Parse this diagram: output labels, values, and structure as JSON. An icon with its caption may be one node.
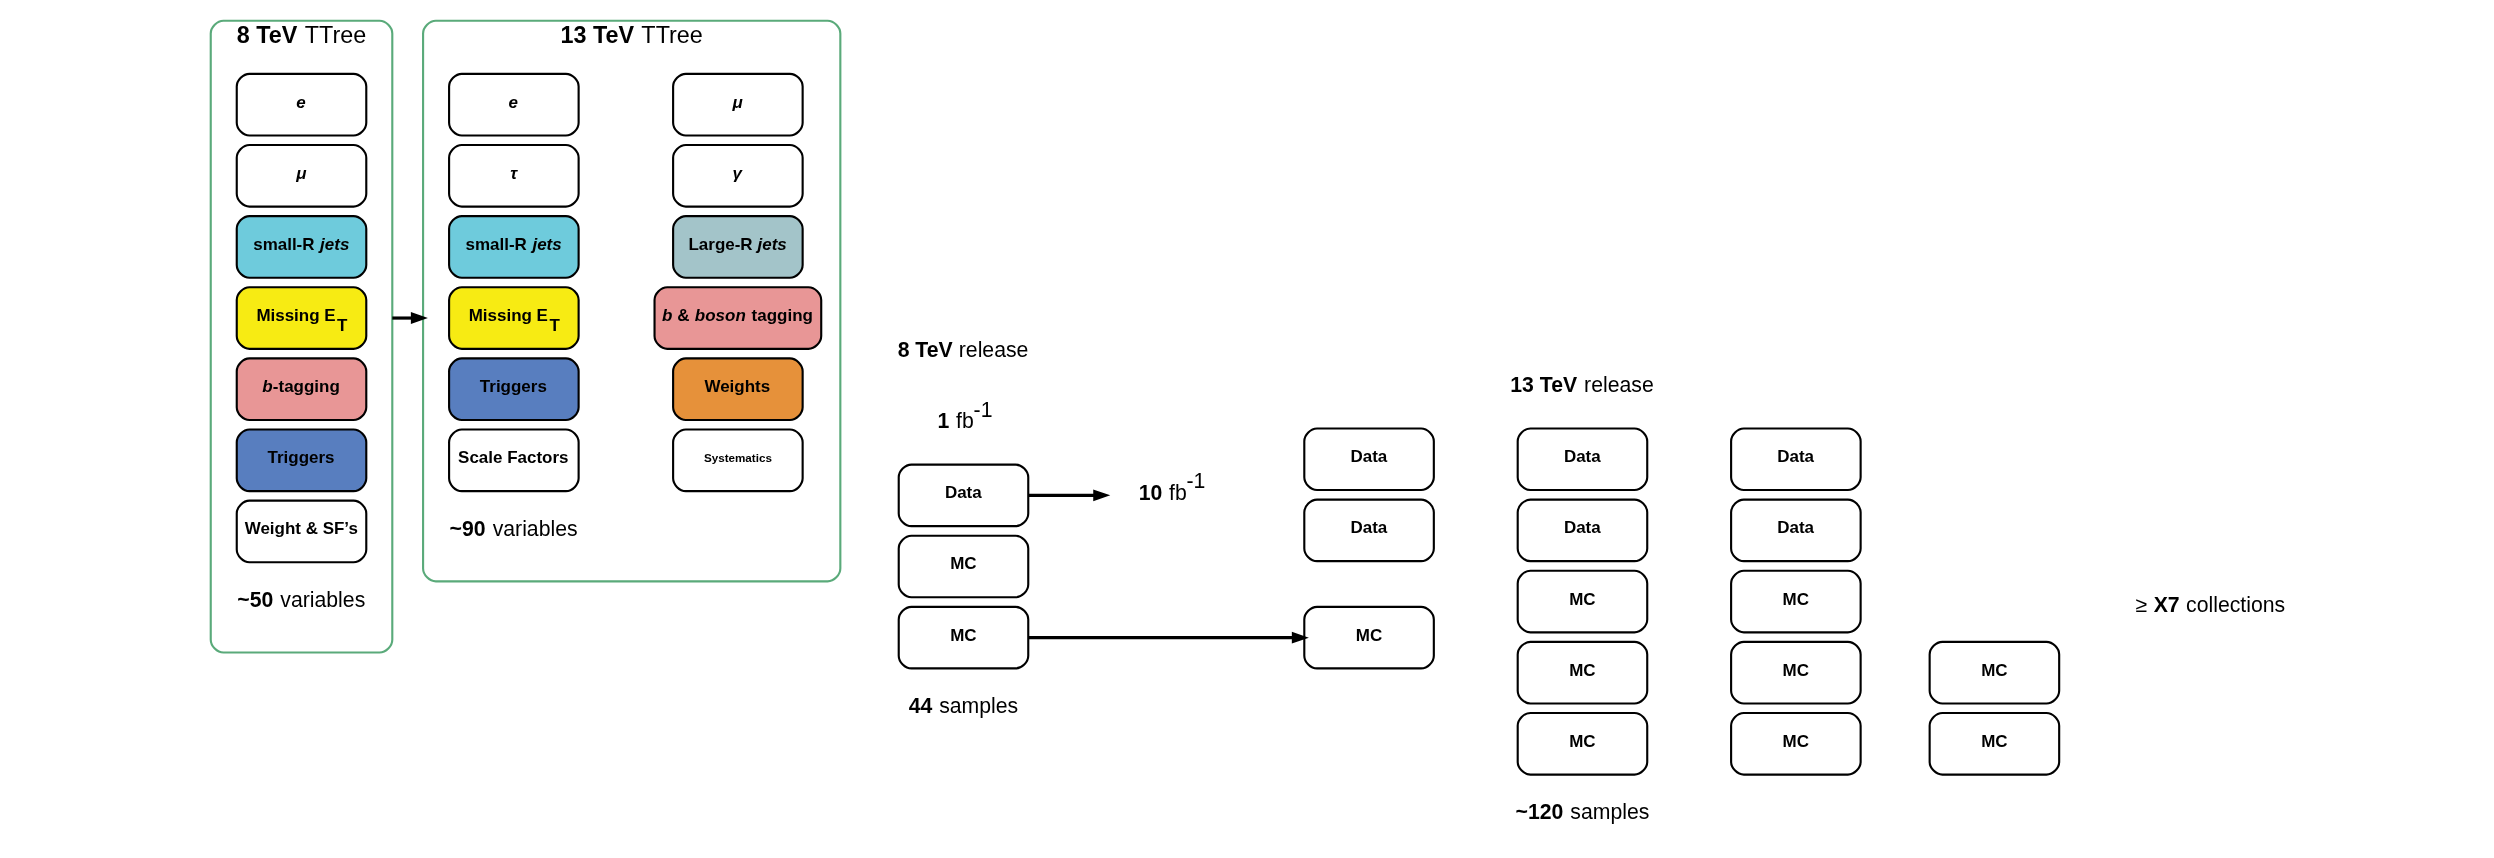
{
  "diagram": {
    "nodes": [
      {
        "text": [
          "**8 TeV** TTree"
        ],
        "beside": [
          "**~50** variables"
        ]
      },
      {
        "text": [
          "e"
        ],
        "in": 0
      },
      {
        "text": [
          "μ"
        ],
        "in": 0
      },
      {
        "text": [
          "small-R *jets*"
        ],
        "in": 0
      },
      {
        "text": [
          "Missing E$_{T}$"
        ],
        "in": 0
      },
      {
        "text": [
          "*b*-tagging"
        ],
        "in": 0
      },
      {
        "text": [
          "Triggers"
        ],
        "in": 0
      },
      {
        "text": [
          "Weight & SF’s"
        ],
        "in": 0
      },
      {
        "text": [
          "**13 TeV** TTree"
        ],
        "beside": [
          "**~90** variables"
        ]
      },
      {
        "text": [
          "e"
        ],
        "in": 8
      },
      {
        "text": [
          "μ"
        ],
        "in": 8
      },
      {
        "text": [
          "τ"
        ],
        "in": 8
      },
      {
        "text": [
          "γ"
        ],
        "in": 8
      },
      {
        "text": [
          "small-R *jets*"
        ],
        "in": 8
      },
      {
        "text": [
          "Large-R *jets*"
        ],
        "in": 8
      },
      {
        "text": [
          "Missing E$_{T}$"
        ],
        "in": 8
      },
      {
        "text": [
          "*b* & *boson* tagging"
        ],
        "in": 8
      },
      {
        "text": [
          "Triggers"
        ],
        "in": 8
      },
      {
        "text": [
          "Weights"
        ],
        "in": 8
      },
      {
        "text": [
          "Scale Factors"
        ],
        "in": 8
      },
      {
        "text": [
          "Systematics"
        ],
        "in": 8
      },
      {
        "text": [
          "Data"
        ],
        "beside": [
          "**1** fb$^{-1}$"
        ]
      },
      {
        "text": [
          "**10** fb$^{-1}$"
        ]
      },
      {
        "text": [
          "Data"
        ]
      },
      {
        "text": [
          "Data"
        ]
      },
      {
        "text": [
          "Data"
        ]
      },
      {
        "text": [
          "Data"
        ]
      },
      {
        "text": [
          "Data"
        ]
      },
      {
        "text": [
          "Data"
        ]
      },
      {
        "text": [
          "MC"
        ]
      },
      {
        "text": [
          "MC"
        ]
      },
      {
        "text": [
          "MC"
        ]
      },
      {
        "text": [
          "MC"
        ]
      },
      {
        "text": [
          "MC"
        ]
      },
      {
        "text": [
          "MC"
        ]
      },
      {
        "text": [
          "MC"
        ]
      },
      {
        "text": [
          "MC"
        ]
      },
      {
        "text": [
          "MC"
        ]
      },
      {
        "text": [
          "MC"
        ]
      },
      {
        "text": [
          "MC"
        ]
      }
    ],
    "edges": [
      {
        "from": 0,
        "to": 8,
        "arrow": "to"
      },
      {
        "from": 21,
        "to": 22,
        "arrow": "to"
      },
      {
        "from": 30,
        "to": 33,
        "arrow": "to"
      }
    ],
    "labels": [
      "**8 TeV** release",
      "**13 TeV** release",
      "**44** samples",
      "**~120** samples",
      "≥ **X7** collections"
    ]
  }
}
